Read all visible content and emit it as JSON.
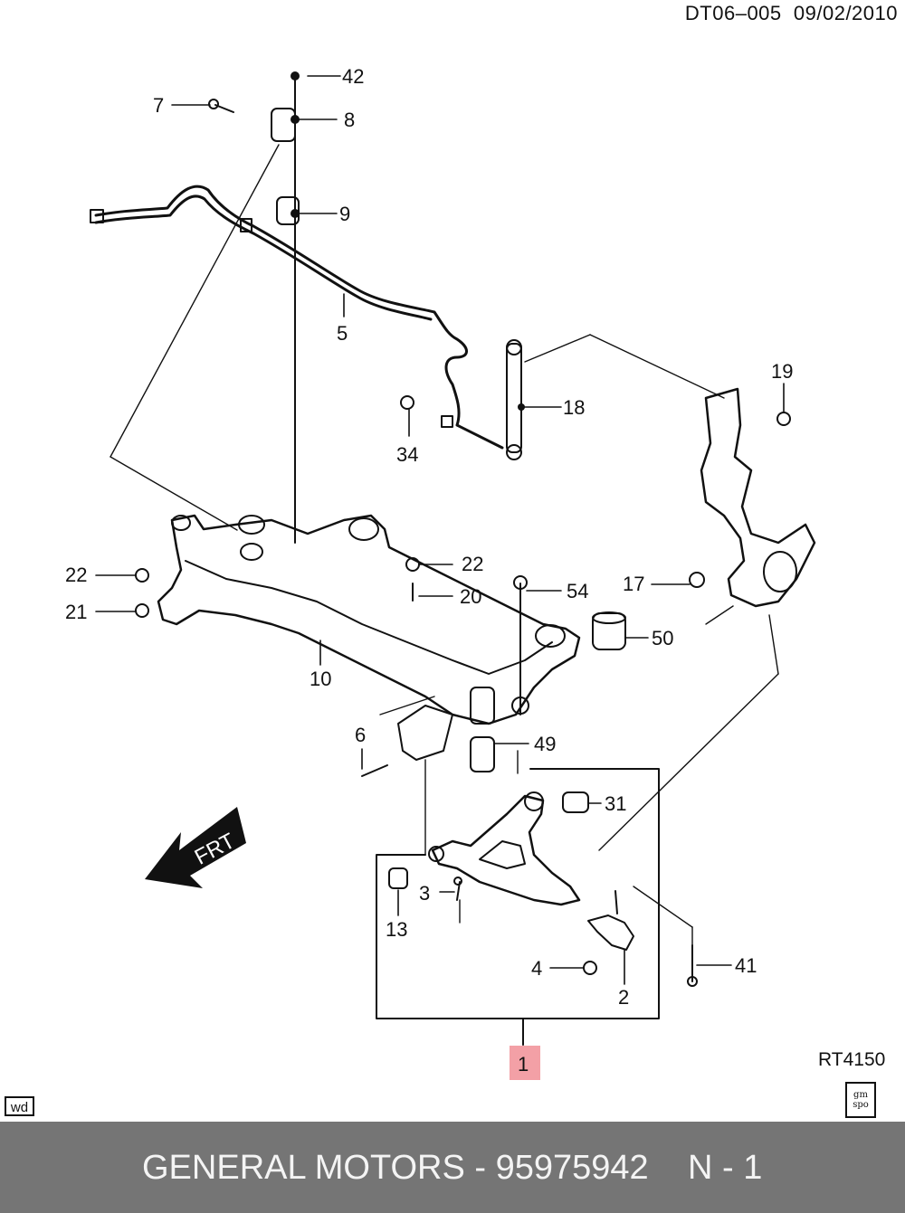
{
  "header": {
    "code": "DT06–005",
    "date": "09/02/2010"
  },
  "illustration_id": "RT4150",
  "wd_badge": "wd",
  "logo": {
    "line1": "gm",
    "line2": "spo"
  },
  "frt_arrow": "FRT",
  "callouts": [
    {
      "id": "c42",
      "label": "42"
    },
    {
      "id": "c7",
      "label": "7"
    },
    {
      "id": "c8",
      "label": "8"
    },
    {
      "id": "c9",
      "label": "9"
    },
    {
      "id": "c5",
      "label": "5"
    },
    {
      "id": "c19",
      "label": "19"
    },
    {
      "id": "c18",
      "label": "18"
    },
    {
      "id": "c34",
      "label": "34"
    },
    {
      "id": "c22l",
      "label": "22"
    },
    {
      "id": "c21",
      "label": "21"
    },
    {
      "id": "c22r",
      "label": "22"
    },
    {
      "id": "c20",
      "label": "20"
    },
    {
      "id": "c54",
      "label": "54"
    },
    {
      "id": "c17",
      "label": "17"
    },
    {
      "id": "c50",
      "label": "50"
    },
    {
      "id": "c10",
      "label": "10"
    },
    {
      "id": "c6",
      "label": "6"
    },
    {
      "id": "c49",
      "label": "49"
    },
    {
      "id": "c31",
      "label": "31"
    },
    {
      "id": "c3",
      "label": "3"
    },
    {
      "id": "c13",
      "label": "13"
    },
    {
      "id": "c4",
      "label": "4"
    },
    {
      "id": "c2",
      "label": "2"
    },
    {
      "id": "c41",
      "label": "41"
    },
    {
      "id": "c1",
      "label": "1",
      "highlight_color": "#f3a0a6"
    }
  ],
  "footer": {
    "part_text": "GENERAL MOTORS - 95975942",
    "qty_text": "N - 1"
  },
  "colors": {
    "footer_bg": "#757575",
    "footer_text": "#f4f4f4",
    "line": "#111111",
    "highlight": "#f3a0a6"
  }
}
